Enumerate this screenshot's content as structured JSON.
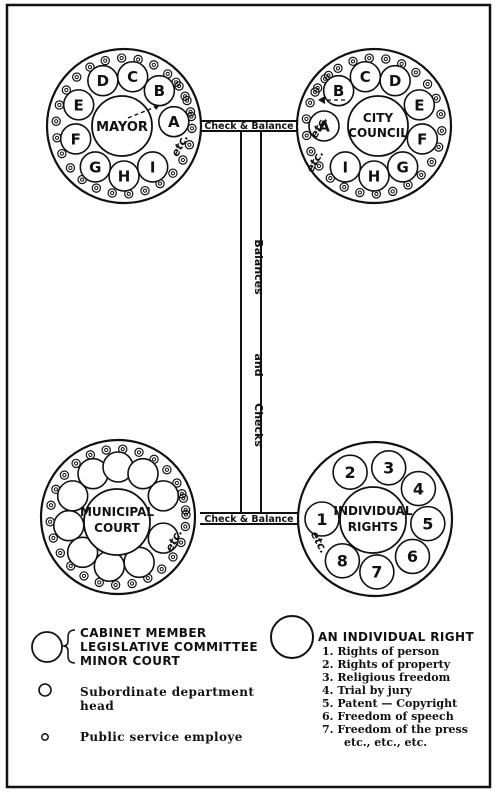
{
  "diagram": {
    "mayor": {
      "label_line1": "MAYOR",
      "satellites": [
        "A",
        "B",
        "C",
        "D",
        "E",
        "F",
        "G",
        "H",
        "I"
      ],
      "etc": "etc."
    },
    "city_council": {
      "label_line1": "CITY",
      "label_line2": "COUNCIL",
      "satellites": [
        "A",
        "B",
        "C",
        "D",
        "E",
        "F",
        "G",
        "H",
        "I"
      ],
      "etc": "etc."
    },
    "municipal_court": {
      "label_line1": "MUNICIPAL",
      "label_line2": "COURT",
      "etc": "etc."
    },
    "individual_rights": {
      "label_line1": "INDIVIDUAL",
      "label_line2": "RIGHTS",
      "numbers": [
        "1",
        "2",
        "3",
        "4",
        "5",
        "6",
        "7",
        "8"
      ],
      "etc": "etc."
    },
    "connectors": {
      "top": "Check & Balance",
      "bottom": "Check & Balance",
      "vertical_left": "Checks",
      "vertical_mid": "and",
      "vertical_right": "Balances"
    }
  },
  "legend": {
    "large_circle_lines": [
      "CABINET MEMBER",
      "LEGISLATIVE COMMITTEE",
      "MINOR COURT"
    ],
    "medium_circle": [
      "Subordinate department",
      "head"
    ],
    "small_circle": "Public service employe",
    "right_title": "AN INDIVIDUAL RIGHT",
    "rights": [
      "1. Rights of person",
      "2. Rights of property",
      "3. Religious freedom",
      "4. Trial by jury",
      "5. Patent — Copyright",
      "6. Freedom of speech",
      "7. Freedom of the press",
      "etc., etc., etc."
    ]
  }
}
